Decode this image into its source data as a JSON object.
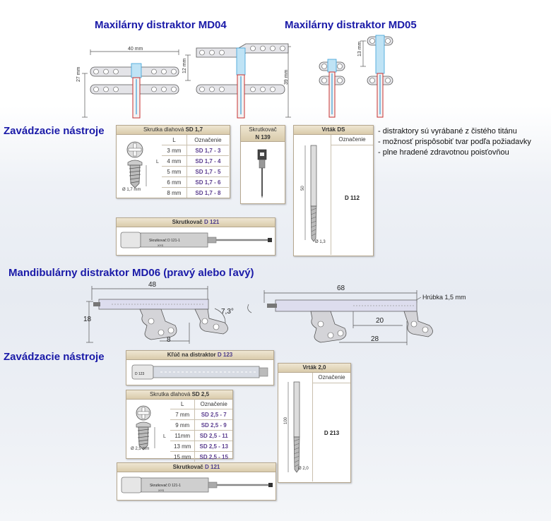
{
  "titles": {
    "md04": "Maxilárny distraktor MD04",
    "md05": "Maxilárny distraktor MD05",
    "intro_tools_1": "Zavádzacie nástroje",
    "md06": "Mandibulárny distraktor MD06 (pravý alebo ľavý)",
    "intro_tools_2": "Zavádzacie nástroje"
  },
  "md04_dims": {
    "width": "40 mm",
    "height": "27 mm",
    "gap": "12 mm",
    "total": "39 mm"
  },
  "md05_dims": {
    "gap": "13 mm"
  },
  "notes": [
    "- distraktory sú vyrábané z čistého titánu",
    "- možnosť prispôsobiť tvar podľa požiadavky",
    "- plne hradené zdravotnou poisťovňou"
  ],
  "screw_sd17": {
    "title_prefix": "Skrutka dlahová",
    "title_code": "SD 1,7",
    "col_l": "L",
    "col_code": "Označenie",
    "diameter": "Ø 1,7 mm",
    "rows": [
      {
        "l": "3 mm",
        "code": "SD 1,7 - 3"
      },
      {
        "l": "4 mm",
        "code": "SD 1,7 - 4"
      },
      {
        "l": "5 mm",
        "code": "SD 1,7 - 5"
      },
      {
        "l": "6 mm",
        "code": "SD 1,7 - 6"
      },
      {
        "l": "8 mm",
        "code": "SD 1,7 - 8"
      }
    ]
  },
  "screwdriver_n139": {
    "title": "Skrutkovač",
    "code": "N 139"
  },
  "drill_ds": {
    "title": "Vrták DS",
    "col_code": "Označenie",
    "code": "D 112",
    "length": "50",
    "diameter": "Ø 1,3"
  },
  "screwdriver_d121_a": {
    "title_prefix": "Skrutkovač",
    "title_code": "D 121",
    "engraving": "Skrutkovač D 121-1",
    "engraving_sub": "XYS"
  },
  "md06_dims": {
    "left_length": "48",
    "left_height": "18",
    "left_angle": "7,3°",
    "left_bottom": "8",
    "right_length": "68",
    "right_mid": "20",
    "right_bottom": "28",
    "thickness": "Hrúbka 1,5 mm"
  },
  "key_d123": {
    "title_prefix": "Kľúč na distraktor",
    "title_code": "D 123",
    "engraving": "D 123"
  },
  "screw_sd25": {
    "title_prefix": "Skrutka dlahová",
    "title_code": "SD 2,5",
    "col_l": "L",
    "col_code": "Označenie",
    "diameter": "Ø 2,5 mm",
    "rows": [
      {
        "l": "7 mm",
        "code": "SD 2,5 - 7"
      },
      {
        "l": "9 mm",
        "code": "SD 2,5 - 9"
      },
      {
        "l": "11mm",
        "code": "SD 2,5 - 11"
      },
      {
        "l": "13 mm",
        "code": "SD 2,5 - 13"
      },
      {
        "l": "15 mm",
        "code": "SD 2,5 - 15"
      }
    ]
  },
  "drill_20": {
    "title": "Vrták 2,0",
    "col_code": "Označenie",
    "code": "D 213",
    "length": "100",
    "diameter": "Ø 2,0"
  },
  "screwdriver_d121_b": {
    "title_prefix": "Skrutkovač",
    "title_code": "D 121",
    "engraving": "Skrutkovač D 121-1",
    "engraving_sub": "XYS"
  },
  "colors": {
    "title_blue": "#1a1aa8",
    "code_purple": "#5b3d8f",
    "rod_red": "#c83030",
    "rod_blue": "#3aa0d8"
  }
}
